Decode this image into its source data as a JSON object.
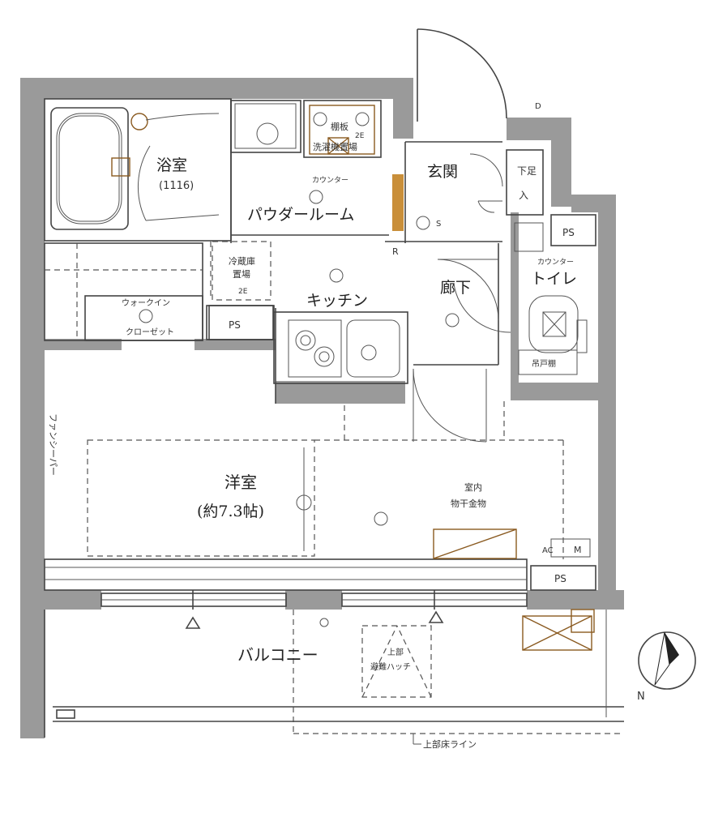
{
  "rooms": {
    "bath": "浴室",
    "bath_size": "(1116)",
    "powder": "パウダールーム",
    "entrance": "玄関",
    "shoe_box_1": "下足",
    "shoe_box_2": "入",
    "ps_top": "PS",
    "counter_powder": "カウンター",
    "counter_toilet": "カウンター",
    "laundry_1": "棚板",
    "laundry_2": "洗濯機置場",
    "fridge_1": "冷蔵庫",
    "fridge_2": "置場",
    "kitchen": "キッチン",
    "hallway": "廊下",
    "toilet": "トイレ",
    "ps_kitchen": "PS",
    "walkin_1": "ウォークイン",
    "walkin_2": "クローゼット",
    "paper_holder": "吊戸棚",
    "fancy": "ファンシーパー",
    "western": "洋室",
    "western_size": "(約7.3帖)",
    "drying_1": "室内",
    "drying_2": "物干金物",
    "ac": "AC",
    "m_box": "M",
    "ps_room": "PS",
    "balcony": "バルコニー",
    "hatch_1": "上部",
    "hatch_2": "避難ハッチ",
    "upper_floor_line": "上部床ライン",
    "north": "N",
    "r_mark": "R",
    "d_mark": "D",
    "s_mark": "S",
    "twoe_1": "2E",
    "twoe_2": "2E"
  }
}
